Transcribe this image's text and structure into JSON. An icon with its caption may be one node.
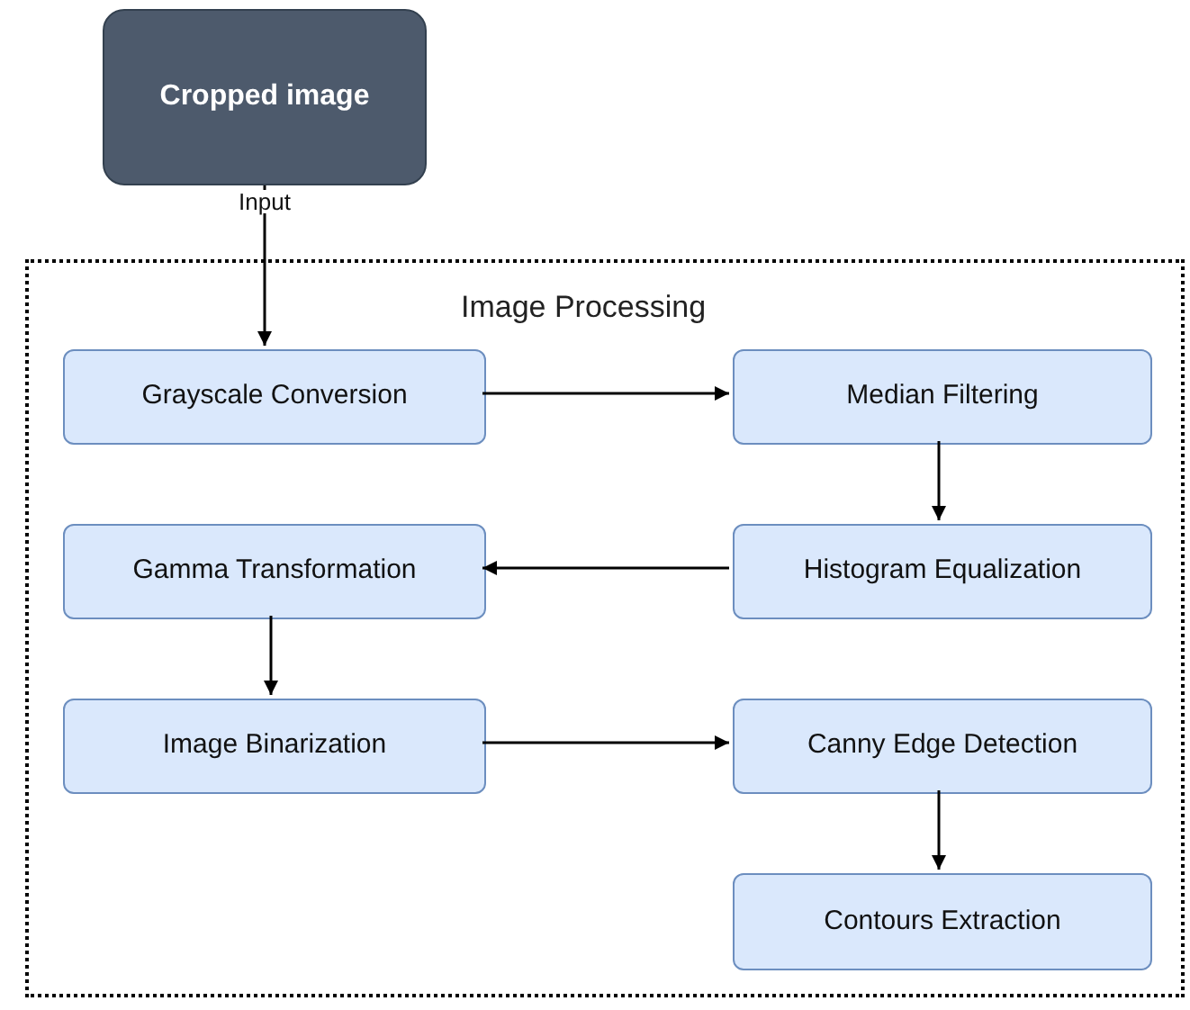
{
  "diagram": {
    "nodes": [
      {
        "text": [
          "Cropped image"
        ]
      },
      {
        "text": [
          "Image Processing"
        ]
      },
      {
        "text": [
          "Grayscale Conversion"
        ],
        "in": 1
      },
      {
        "text": [
          "Median Filtering"
        ],
        "in": 1
      },
      {
        "text": [
          "Histogram Equalization"
        ],
        "in": 1
      },
      {
        "text": [
          "Gamma Transformation"
        ],
        "in": 1
      },
      {
        "text": [
          "Image Binarization"
        ],
        "in": 1
      },
      {
        "text": [
          "Canny Edge Detection"
        ],
        "in": 1
      },
      {
        "text": [
          "Contours Extraction"
        ],
        "in": 1
      }
    ],
    "edges": [
      {
        "from": 0,
        "to": 2,
        "arrow": "to",
        "label": "Input"
      },
      {
        "from": 2,
        "to": 3,
        "arrow": "to"
      },
      {
        "from": 3,
        "to": 4,
        "arrow": "to"
      },
      {
        "from": 4,
        "to": 5,
        "arrow": "to"
      },
      {
        "from": 5,
        "to": 6,
        "arrow": "to"
      },
      {
        "from": 6,
        "to": 7,
        "arrow": "to"
      },
      {
        "from": 7,
        "to": 8,
        "arrow": "to"
      }
    ]
  }
}
